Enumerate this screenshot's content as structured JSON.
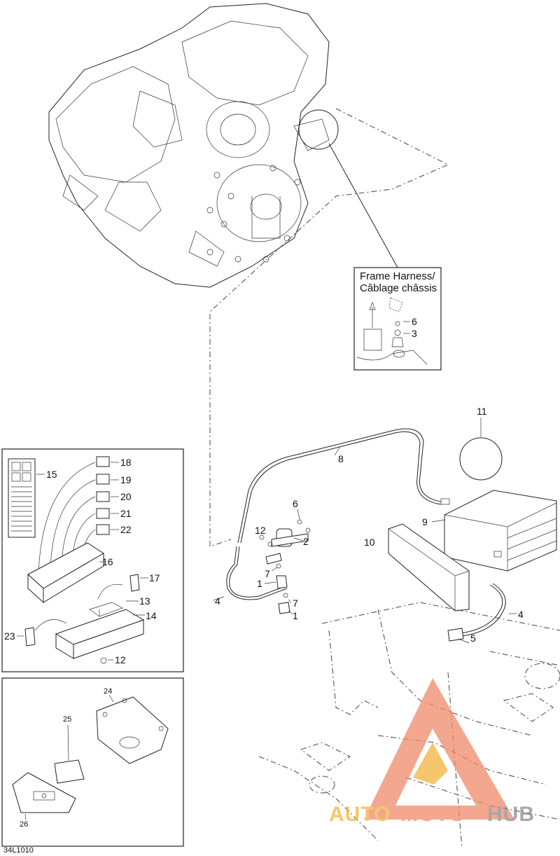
{
  "frame_box": {
    "title_line1": "Frame Harness/",
    "title_line2": "Câblage châssis"
  },
  "callouts": {
    "c1a": "1",
    "c1b": "1",
    "c2": "2",
    "c3": "3",
    "c4a": "4",
    "c4b": "4",
    "c5": "5",
    "c6a": "6",
    "c6b": "6",
    "c7a": "7",
    "c7b": "7",
    "c8": "8",
    "c9": "9",
    "c10": "10",
    "c11": "11",
    "c12a": "12",
    "c12b": "12",
    "c13": "13",
    "c14": "14",
    "c15": "15",
    "c16": "16",
    "c17": "17",
    "c18": "18",
    "c19": "19",
    "c20": "20",
    "c21": "21",
    "c22": "22",
    "c23": "23",
    "c24": "24",
    "c25": "25",
    "c26": "26"
  },
  "reference_code": "34L1010",
  "watermark": {
    "part1": "AUTO",
    "part2": "MOTO",
    "part3": "HUB",
    "color_primary": "#f08a6a",
    "color_secondary": "#f2b43a",
    "color_tertiary": "#8a8a8a"
  }
}
